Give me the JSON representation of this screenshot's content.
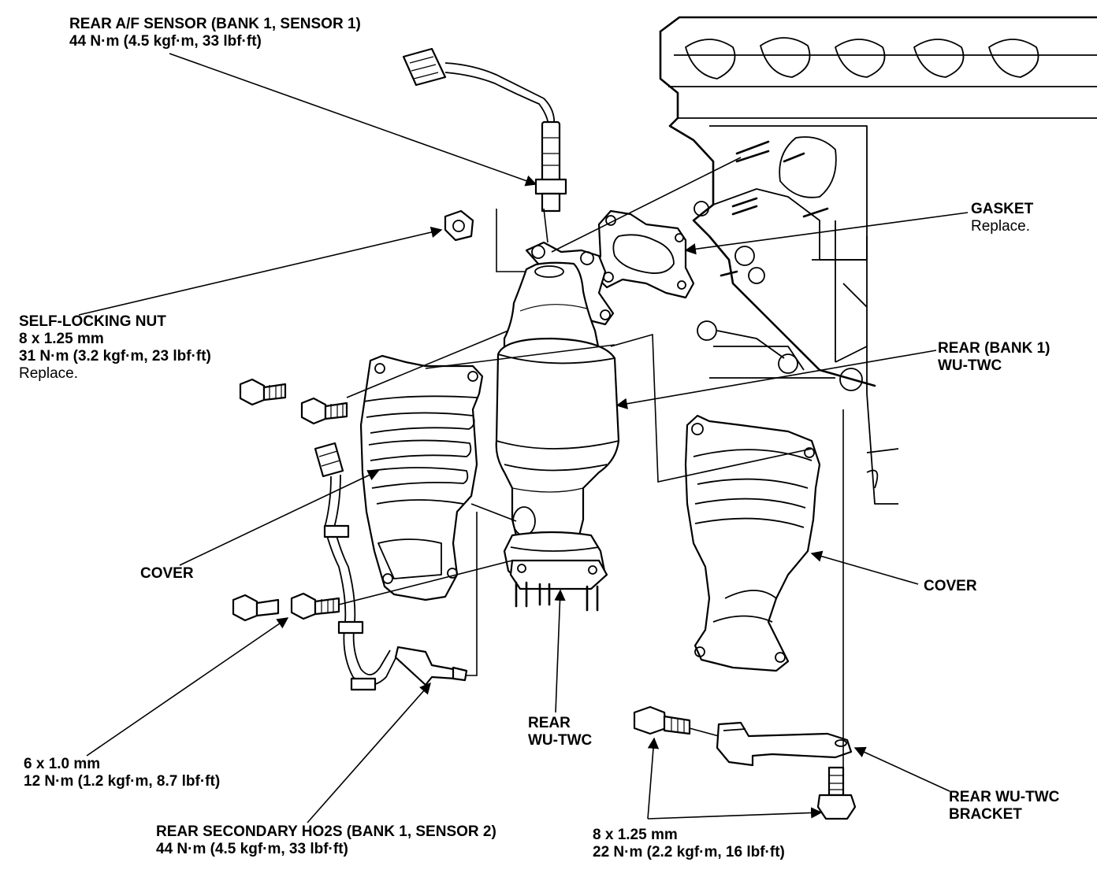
{
  "labels": {
    "rear_af_sensor": {
      "line1": "REAR A/F SENSOR (BANK 1, SENSOR 1)",
      "line2": "44 N·m (4.5 kgf·m, 33 lbf·ft)"
    },
    "gasket": {
      "line1": "GASKET",
      "line2": "Replace."
    },
    "self_locking_nut": {
      "line1": "SELF-LOCKING NUT",
      "line2": "8 x 1.25 mm",
      "line3": "31 N·m (3.2 kgf·m, 23 lbf·ft)",
      "line4": "Replace."
    },
    "rear_bank1_wu_twc": {
      "line1": "REAR (BANK 1)",
      "line2": "WU-TWC"
    },
    "cover_left": {
      "line1": "COVER"
    },
    "cover_right": {
      "line1": "COVER"
    },
    "bolt_6x1": {
      "line1": "6 x 1.0 mm",
      "line2": "12 N·m (1.2 kgf·m, 8.7 lbf·ft)"
    },
    "rear_wu_twc": {
      "line1": "REAR",
      "line2": "WU-TWC"
    },
    "rear_wu_twc_bracket": {
      "line1": "REAR WU-TWC",
      "line2": "BRACKET"
    },
    "rear_secondary_ho2s": {
      "line1": "REAR SECONDARY HO2S (BANK 1, SENSOR 2)",
      "line2": "44 N·m (4.5 kgf·m, 33 lbf·ft)"
    },
    "bolt_8x125": {
      "line1": "8 x 1.25 mm",
      "line2": "22 N·m (2.2 kgf·m, 16 lbf·ft)"
    }
  }
}
